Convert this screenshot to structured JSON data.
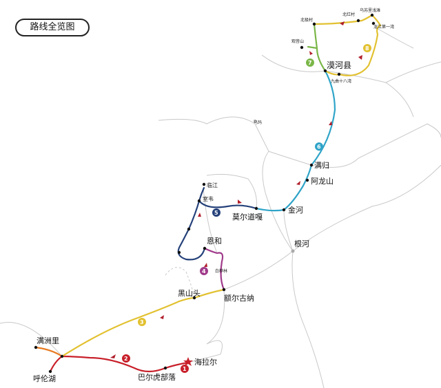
{
  "title": "路线全览图",
  "colors": {
    "red": "#c8202a",
    "yellow": "#e2c130",
    "purple": "#a03a8a",
    "navy": "#25417a",
    "blue": "#2fa4c8",
    "green": "#7ab648",
    "orange": "#e87a20",
    "arrow": "#b01e2a"
  },
  "places": {
    "beiji": "北极村",
    "beihong": "北红村",
    "wusuli": "乌苏里浅滩",
    "longjiang": "龙江第一湾",
    "guanyin": "观音山",
    "mohe": "漠河县",
    "jiuqu": "九曲十八湾",
    "wuma": "乌玛",
    "mangui": "满归",
    "alongshan": "阿龙山",
    "jinhe": "金河",
    "moerdaoga": "莫尔道嘎",
    "linjiang": "临江",
    "shiwei": "室韦",
    "enhe": "恩和",
    "genhe": "根河",
    "baihualin": "白桦林",
    "heishantou": "黑山头",
    "eerguna": "额尔古纳",
    "manzhouli": "满洲里",
    "hulunhu": "呼伦湖",
    "baerhu": "巴尔虎部落",
    "hailaer": "海拉尔"
  },
  "stages": [
    "1",
    "2",
    "3",
    "4",
    "5",
    "6",
    "7",
    "8"
  ]
}
